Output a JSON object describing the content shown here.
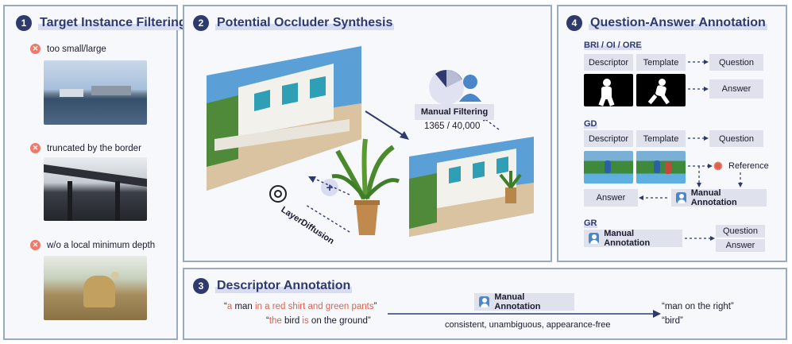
{
  "panel1": {
    "num": "1",
    "title": "Target Instance Filtering",
    "criteria": [
      "too small/large",
      "truncated by the border",
      "w/o a local minimum depth"
    ]
  },
  "panel2": {
    "num": "2",
    "title": "Potential Occluder Synthesis",
    "tool": "LayerDiffusion",
    "filter_label": "Manual Filtering",
    "filter_count": "1365 / 40,000"
  },
  "panel3": {
    "num": "3",
    "title": "Descriptor Annotation",
    "example1": {
      "q1": "“",
      "a": "a",
      "s1": " man ",
      "b": "in a red shirt and green pants",
      "q2": "”"
    },
    "example2": {
      "q1": "“",
      "a": "the",
      "s1": " bird ",
      "b": "is",
      "s2": " on the ground",
      "q2": "”"
    },
    "manual": "Manual Annotation",
    "criteria": "consistent, unambiguous, appearance-free",
    "out1": "“man on the right”",
    "out2": "“bird”"
  },
  "panel4": {
    "num": "4",
    "title": "Question-Answer Annotation",
    "bri_label": "BRI / OI / ORE",
    "gd_label": "GD",
    "gr_label": "GR",
    "descriptor": "Descriptor",
    "template": "Template",
    "question": "Question",
    "answer": "Answer",
    "reference": "Reference",
    "manual": "Manual Annotation"
  },
  "colors": {
    "accent": "#2e3a6e",
    "highlight": "#e0604d",
    "box": "#dfe1ec",
    "border": "#9aabbf"
  }
}
